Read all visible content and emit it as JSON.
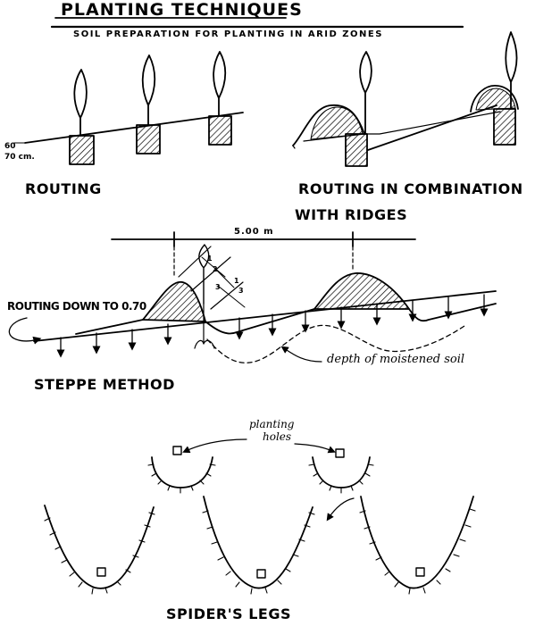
{
  "title": "PLANTING TECHNIQUES",
  "subtitle": "SOIL PREPARATION FOR PLANTING IN ARID ZONES",
  "depth_top": "60",
  "depth_bottom": "70 cm.",
  "routing_label": "ROUTING",
  "ridges_label_line1": "ROUTING IN COMBINATION",
  "ridges_label_line2": "WITH RIDGES",
  "distance_label": "5.00 m",
  "routing_down_label": "ROUTING DOWN TO 0.70",
  "moistened_label": "depth of moistened soil",
  "fraction_labels": [
    "1",
    "2",
    "3",
    "1",
    "3"
  ],
  "steppe_label": "STEPPE METHOD",
  "planting_holes_line1": "planting",
  "planting_holes_line2": "holes",
  "spider_label": "SPIDER'S LEGS",
  "colors": {
    "ink": "#000000",
    "paper": "#ffffff"
  }
}
